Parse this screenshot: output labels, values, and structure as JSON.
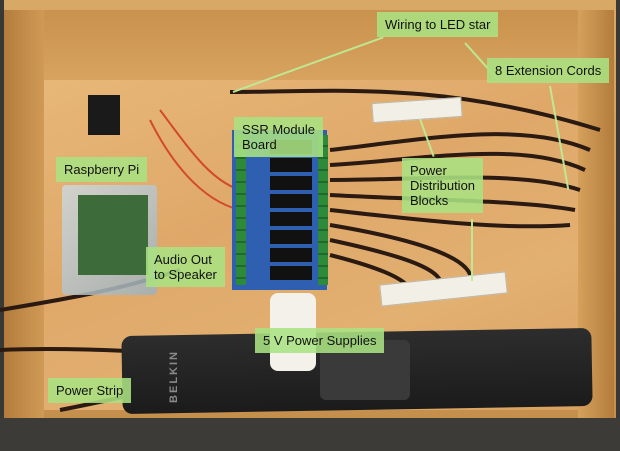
{
  "image": {
    "description": "Wooden box containing Raspberry Pi light controller wiring, annotated with green labels"
  },
  "labels": {
    "wiring_led_star": "Wiring to LED star",
    "extension_cords": "8 Extension Cords",
    "ssr_board": "SSR Module\nBoard",
    "raspberry_pi": "Raspberry Pi",
    "power_distribution": "Power\nDistribution\nBlocks",
    "audio_out": "Audio Out\nto Speaker",
    "power_supplies": "5 V Power Supplies",
    "power_strip": "Power Strip"
  },
  "device_text": {
    "power_strip_brand": "BELKIN"
  },
  "colors": {
    "label_bg": "#aae182",
    "label_text": "#111111",
    "wood": "#dfa869",
    "ssr_board": "#2f5fb0"
  }
}
